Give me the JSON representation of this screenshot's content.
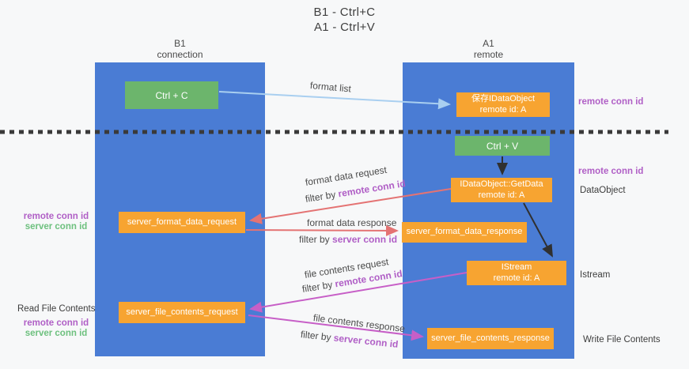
{
  "title": {
    "line1": "B1 - Ctrl+C",
    "line2": "A1 - Ctrl+V"
  },
  "columns": {
    "b1": {
      "name": "B1",
      "role": "connection"
    },
    "a1": {
      "name": "A1",
      "role": "remote"
    }
  },
  "boxes": {
    "ctrl_c": "Ctrl + C",
    "save_idataobject": {
      "line1": "保存IDataObject",
      "line2": "remote id: A"
    },
    "ctrl_v": "Ctrl + V",
    "getdata": {
      "line1": "IDataObject::GetData",
      "line2": "remote id: A"
    },
    "format_request": "server_format_data_request",
    "format_response": "server_format_data_response",
    "istream": {
      "line1": "IStream",
      "line2": "remote id: A"
    },
    "file_request": "server_file_contents_request",
    "file_response": "server_file_contents_response"
  },
  "arrow_labels": {
    "format_list": "format list",
    "format_data_request": "format data request",
    "filter_remote_1": {
      "prefix": "filter by ",
      "highlight": "remote conn id"
    },
    "format_data_response": "format data response",
    "filter_server_1": {
      "prefix": "filter by ",
      "highlight": "server conn id"
    },
    "file_contents_request": "file contents request",
    "filter_remote_2": {
      "prefix": "filter by ",
      "highlight": "remote conn id"
    },
    "file_contents_response": "file contents response",
    "filter_server_2": {
      "prefix": "filter by ",
      "highlight": "server conn id"
    }
  },
  "side_labels": {
    "left_remote_1": "remote conn id",
    "left_server_1": "server conn id",
    "read_file_contents": "Read File Contents",
    "left_remote_2": "remote conn id",
    "left_server_2": "server conn id",
    "right_remote_1": "remote conn id",
    "right_remote_2": "remote conn id",
    "dataobject": "DataObject",
    "istream": "Istream",
    "write_file_contents": "Write File Contents"
  },
  "colors": {
    "column_blue": "#4a7cd4",
    "node_green": "#6cb56c",
    "node_orange": "#f7a431",
    "arrow_lightblue": "#a9cff0",
    "arrow_red": "#e47373",
    "arrow_magenta": "#c75fc7",
    "arrow_black": "#303030",
    "text_purple": "#b05fc6",
    "text_green": "#6dc07e",
    "divider_dark": "#3a3a3a"
  }
}
